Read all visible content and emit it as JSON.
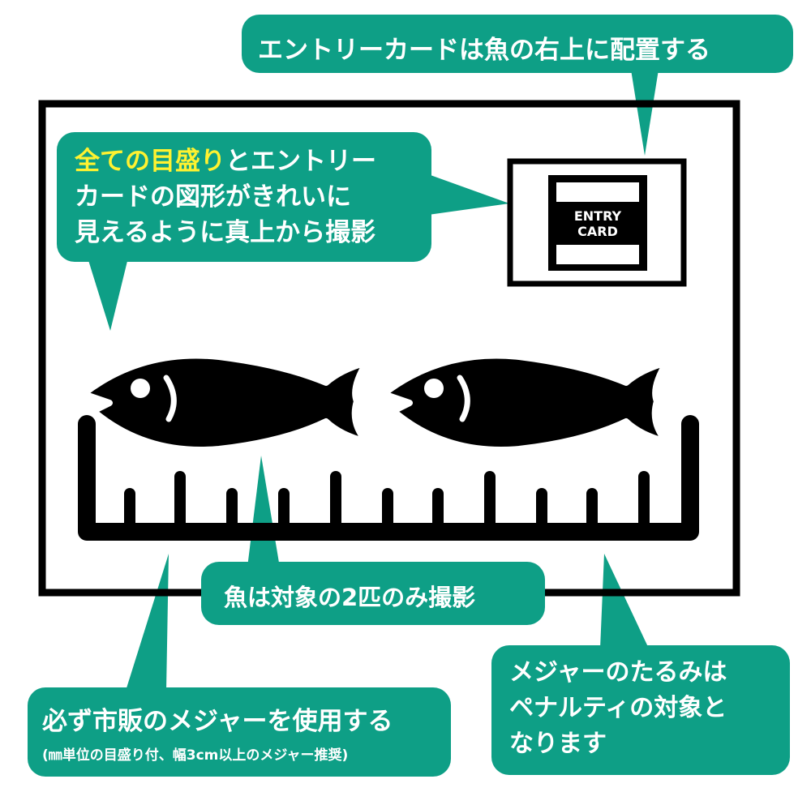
{
  "colors": {
    "accent": "#0e9f86",
    "highlight": "#fff230",
    "ink": "#000000",
    "paper": "#ffffff"
  },
  "callouts": {
    "entry_card_position": "エントリーカードは魚の右上に配置する",
    "photo_instruction": {
      "highlight": "全ての目盛り",
      "line1_rest": "とエントリー",
      "line2": "カードの図形がきれいに",
      "line3": "見えるように真上から撮影"
    },
    "fish_count": "魚は対象の2匹のみ撮影",
    "measure_tape": {
      "main": "必ず市販のメジャーを使用する",
      "note": "(㎜単位の目盛り付、幅3cm以上のメジャー推奨)"
    },
    "tape_sag_penalty": {
      "line1": "メジャーのたるみは",
      "line2": "ペナルティの対象と",
      "line3": "なります"
    }
  },
  "entry_card": {
    "line1": "ENTRY",
    "line2": "CARD"
  },
  "icons": [
    "fish-icon",
    "measuring-tape-icon",
    "entry-card-icon",
    "photo-frame"
  ]
}
